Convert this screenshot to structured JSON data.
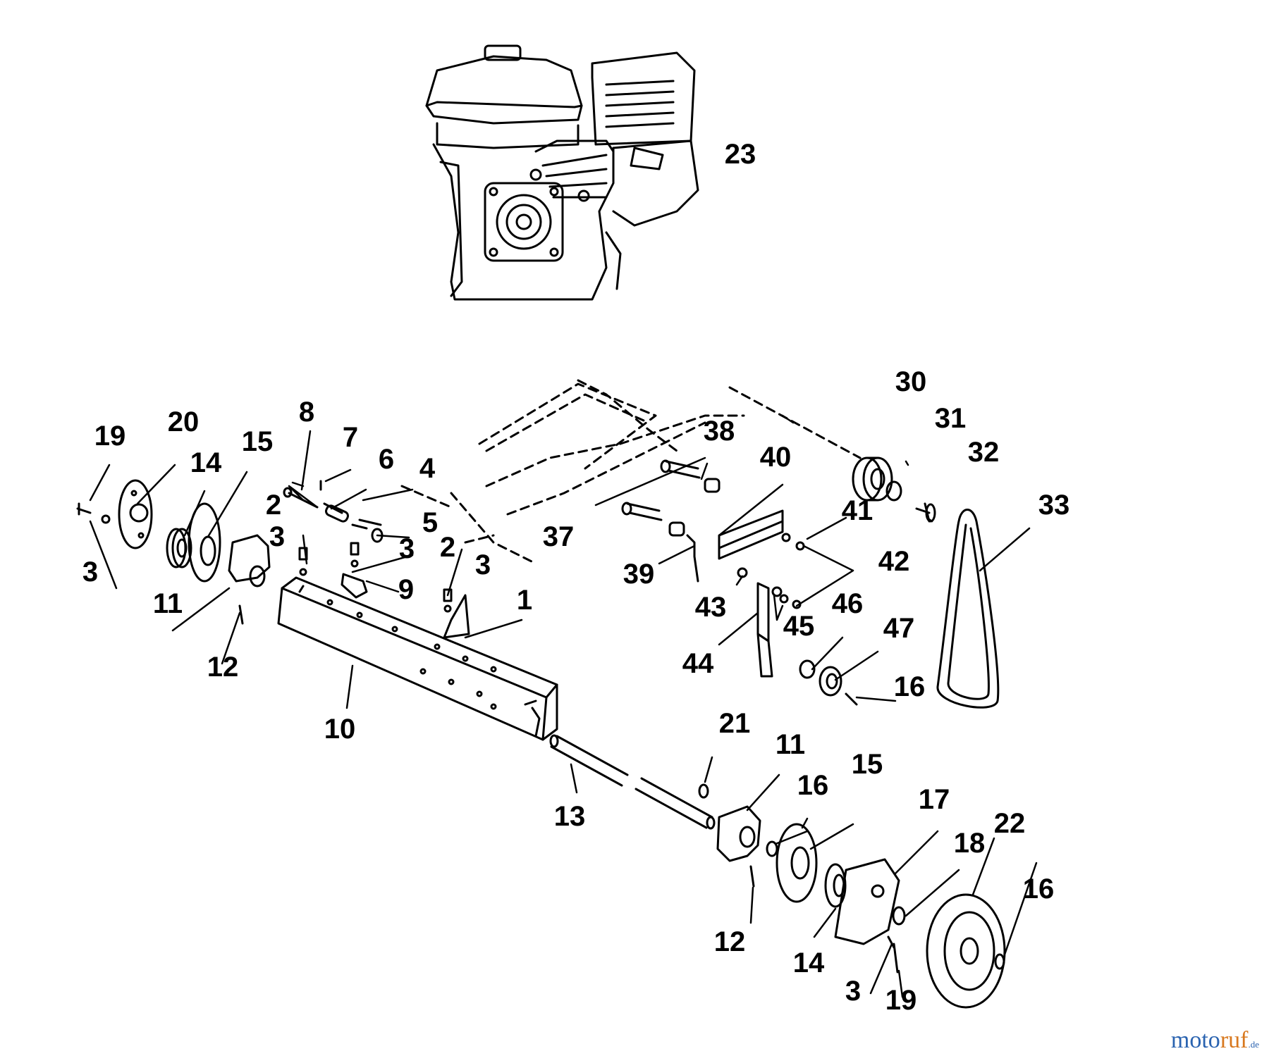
{
  "part_labels": [
    {
      "id": "23",
      "text": "23"
    },
    {
      "id": "30",
      "text": "30"
    },
    {
      "id": "31",
      "text": "31"
    },
    {
      "id": "32",
      "text": "32"
    },
    {
      "id": "33",
      "text": "33"
    },
    {
      "id": "19a",
      "text": "19"
    },
    {
      "id": "20",
      "text": "20"
    },
    {
      "id": "14a",
      "text": "14"
    },
    {
      "id": "15a",
      "text": "15"
    },
    {
      "id": "8",
      "text": "8"
    },
    {
      "id": "7",
      "text": "7"
    },
    {
      "id": "6",
      "text": "6"
    },
    {
      "id": "4",
      "text": "4"
    },
    {
      "id": "38",
      "text": "38"
    },
    {
      "id": "40",
      "text": "40"
    },
    {
      "id": "41",
      "text": "41"
    },
    {
      "id": "42",
      "text": "42"
    },
    {
      "id": "37",
      "text": "37"
    },
    {
      "id": "39",
      "text": "39"
    },
    {
      "id": "43",
      "text": "43"
    },
    {
      "id": "45",
      "text": "45"
    },
    {
      "id": "44",
      "text": "44"
    },
    {
      "id": "46",
      "text": "46"
    },
    {
      "id": "47",
      "text": "47"
    },
    {
      "id": "16a",
      "text": "16"
    },
    {
      "id": "3a",
      "text": "3"
    },
    {
      "id": "11a",
      "text": "11"
    },
    {
      "id": "12a",
      "text": "12"
    },
    {
      "id": "2a",
      "text": "2"
    },
    {
      "id": "3b",
      "text": "3"
    },
    {
      "id": "5",
      "text": "5"
    },
    {
      "id": "3c",
      "text": "3"
    },
    {
      "id": "9",
      "text": "9"
    },
    {
      "id": "2b",
      "text": "2"
    },
    {
      "id": "3d",
      "text": "3"
    },
    {
      "id": "1",
      "text": "1"
    },
    {
      "id": "10",
      "text": "10"
    },
    {
      "id": "21",
      "text": "21"
    },
    {
      "id": "11b",
      "text": "11"
    },
    {
      "id": "16b",
      "text": "16"
    },
    {
      "id": "15b",
      "text": "15"
    },
    {
      "id": "13",
      "text": "13"
    },
    {
      "id": "17",
      "text": "17"
    },
    {
      "id": "22",
      "text": "22"
    },
    {
      "id": "18",
      "text": "18"
    },
    {
      "id": "16c",
      "text": "16"
    },
    {
      "id": "12b",
      "text": "12"
    },
    {
      "id": "14b",
      "text": "14"
    },
    {
      "id": "3e",
      "text": "3"
    },
    {
      "id": "19b",
      "text": "19"
    }
  ],
  "watermark": {
    "main": "moto",
    "accent": "ruf",
    "suffix": ".de"
  },
  "colors": {
    "ink": "#000000",
    "background": "#ffffff",
    "watermark_blue": "#2a63b0",
    "watermark_orange": "#d8781e"
  }
}
